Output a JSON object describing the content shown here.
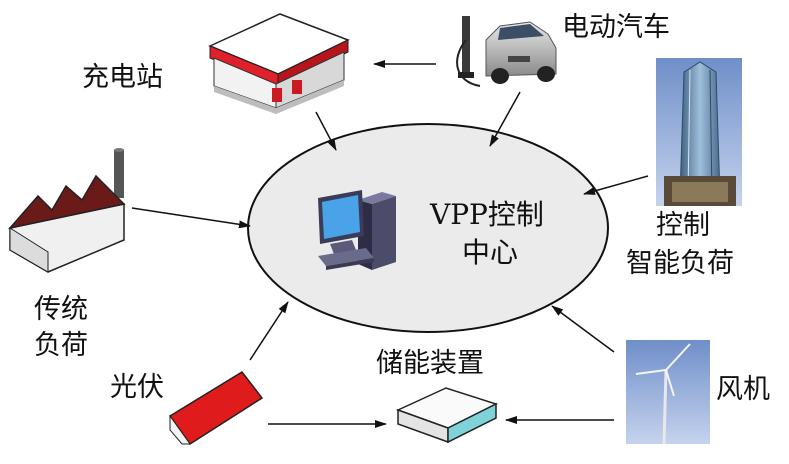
{
  "center": {
    "line1": "VPP控制",
    "line2": "中心"
  },
  "nodes": {
    "charging_station": "充电站",
    "electric_vehicle": "电动汽车",
    "smart_load_line1": "控制",
    "smart_load_line2": "智能负荷",
    "traditional_load_line1": "传统",
    "traditional_load_line2": "负荷",
    "photovoltaic": "光伏",
    "storage": "储能装置",
    "wind_turbine": "风机"
  },
  "colors": {
    "ellipse_fill": "#ebebeb",
    "station_red": "#e0202a",
    "factory_roof": "#6b1a1a",
    "pv_red": "#e01b1b",
    "storage_cyan": "#7fd3d8"
  }
}
